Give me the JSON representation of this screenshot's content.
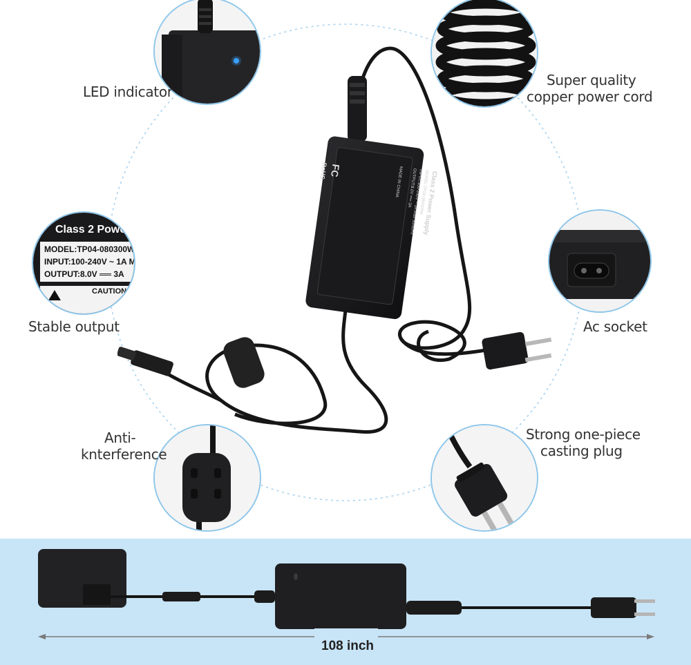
{
  "features": {
    "led_indicator": "LED indicator",
    "copper_cord_line1": "Super quality",
    "copper_cord_line2": "copper power cord",
    "stable_output": "Stable output",
    "ac_socket": "Ac socket",
    "anti_line1": "Anti-",
    "anti_line2": "knterference",
    "plug_line1": "Strong one-piece",
    "plug_line2": "casting plug"
  },
  "label_closeup": {
    "title": "Class 2 Powe",
    "model": "MODEL:TP04-080300W",
    "input": "INPUT:100-240V ~ 1A Ma",
    "output": "OUTPUT:8.0V ══ 3A",
    "caution": "CAUTION"
  },
  "adapter_label": {
    "title": "Class 2 Power Supply",
    "model": "MODEL:TP04-080300W",
    "input": "INPUT:100-240V ~ 1A Max 50/60Hz",
    "output": "OUTPUT:8.0V ══ 3A",
    "made_in": "MADE IN CHINA",
    "fc": "FC",
    "rohs": "RoHS"
  },
  "dimension": {
    "length": "108 inch"
  },
  "colors": {
    "circle_border": "#8ec6ea",
    "dotted_ring": "#a9d2ee",
    "band": "#c8e4f7",
    "led": "#3aa0ff",
    "body": "#1d1d1f"
  }
}
